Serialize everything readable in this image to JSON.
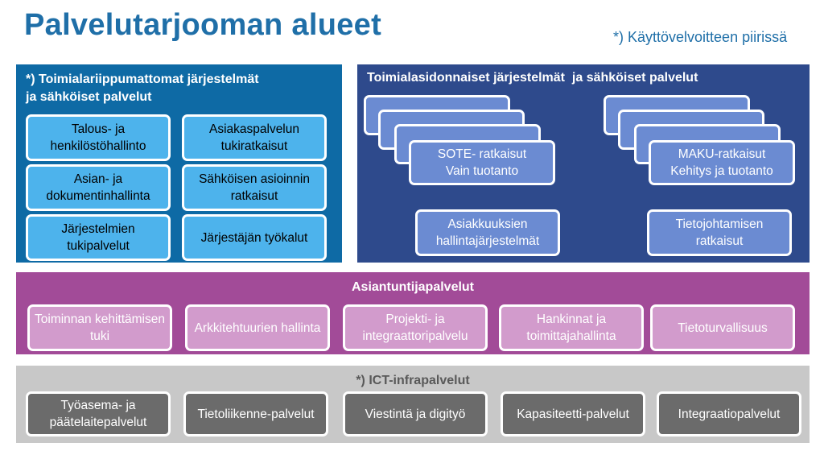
{
  "header": {
    "title": "Palvelutarjooman alueet",
    "note": "*) Käyttövelvoitteen piirissä"
  },
  "panel_general": {
    "title": "*) Toimialariippumattomat järjestelmät\nja sähköiset palvelut",
    "items": [
      "Talous- ja henkilöstöhallinto",
      "Asiakaspalvelun tukiratkaisut",
      "Asian- ja dokumentinhallinta",
      "Sähköisen asioinnin ratkaisut",
      "Järjestelmien tukipalvelut",
      "Järjestäjän työkalut"
    ]
  },
  "panel_sector": {
    "title": "Toimialasidonnaiset järjestelmät  ja sähköiset palvelut",
    "stack_sote": "SOTE- ratkaisut\nVain tuotanto",
    "stack_maku": "MAKU-ratkaisut\nKehitys ja tuotanto",
    "item_customer": "Asiakkuuksien hallintajärjestelmät",
    "item_knowledge": "Tietojohtamisen ratkaisut"
  },
  "panel_expert": {
    "title": "Asiantuntijapalvelut",
    "items": [
      "Toiminnan kehittämisen tuki",
      "Arkkitehtuurien hallinta",
      "Projekti- ja integraattoripalvelu",
      "Hankinnat ja toimittajahallinta",
      "Tietoturvallisuus"
    ]
  },
  "panel_ict": {
    "title": "*) ICT-infrapalvelut",
    "items": [
      "Työasema- ja päätelaitepalvelut",
      "Tietoliikenne-palvelut",
      "Viestintä ja digityö",
      "Kapasiteetti-palvelut",
      "Integraatiopalvelut"
    ]
  },
  "colors": {
    "title": "#1f6fa8",
    "panel_general": "#0e6aa5",
    "panel_sector": "#2e4a8c",
    "panel_expert": "#a24b98",
    "panel_ict": "#c8c8c8"
  }
}
